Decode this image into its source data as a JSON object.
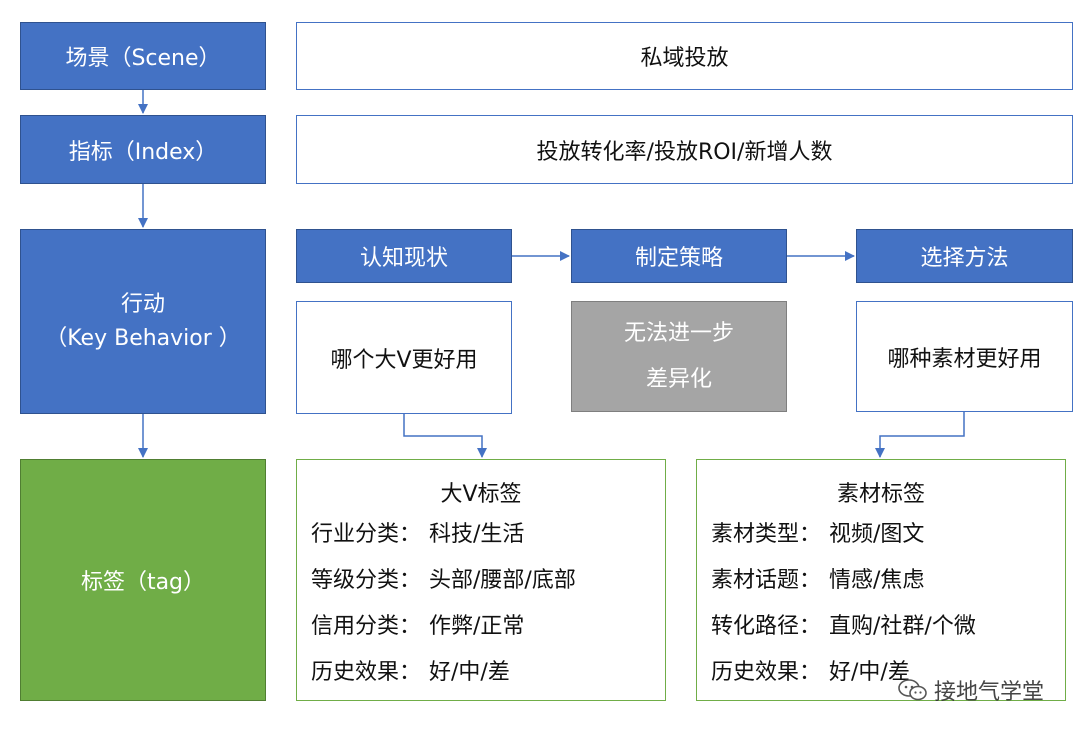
{
  "left": {
    "scene": "场景（Scene）",
    "index": "指标（Index）",
    "behavior_line1": "行动",
    "behavior_line2": "（Key Behavior ）",
    "tag": "标签（tag）"
  },
  "scene_value": "私域投放",
  "index_value": "投放转化率/投放ROI/新增人数",
  "steps": [
    "认知现状",
    "制定策略",
    "选择方法"
  ],
  "questions": {
    "left": "哪个大V更好用",
    "middle_line1": "无法进一步",
    "middle_line2": "差异化",
    "right": "哪种素材更好用"
  },
  "tag_left": {
    "title": "大V标签",
    "rows": [
      {
        "key": "行业分类：",
        "value": "科技/生活"
      },
      {
        "key": "等级分类：",
        "value": "头部/腰部/底部"
      },
      {
        "key": "信用分类：",
        "value": "作弊/正常"
      },
      {
        "key": "历史效果：",
        "value": "好/中/差"
      }
    ]
  },
  "tag_right": {
    "title": "素材标签",
    "rows": [
      {
        "key": "素材类型：",
        "value": "视频/图文"
      },
      {
        "key": "素材话题：",
        "value": "情感/焦虑"
      },
      {
        "key": "转化路径：",
        "value": "直购/社群/个微"
      },
      {
        "key": "历史效果：",
        "value": "好/中/差"
      }
    ]
  },
  "watermark": "接地气学堂",
  "colors": {
    "blue": "#4472c4",
    "green": "#70ad47",
    "gray": "#a5a5a5"
  }
}
